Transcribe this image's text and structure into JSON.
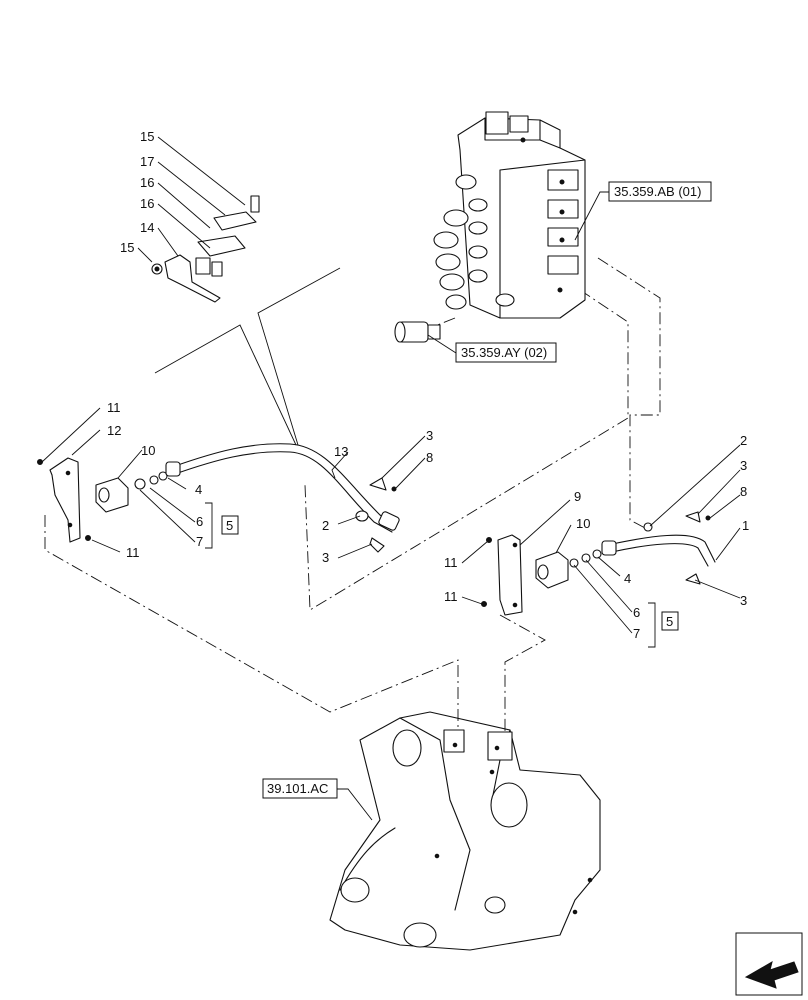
{
  "references": {
    "valve_block": "35.359.AB (01)",
    "valve_fitting": "35.359.AY (02)",
    "frame": "39.101.AC"
  },
  "callouts": {
    "c15_top": "15",
    "c17": "17",
    "c16_a": "16",
    "c16_b": "16",
    "c14": "14",
    "c15_left": "15",
    "c11_left_top": "11",
    "c12": "12",
    "c10_left": "10",
    "c4_left": "4",
    "c6_left": "6",
    "c7_left": "7",
    "c5_left": "5",
    "c11_left_bottom": "11",
    "c13": "13",
    "c3_mid_top": "3",
    "c8_mid": "8",
    "c2_mid": "2",
    "c3_mid_bottom": "3",
    "c9": "9",
    "c10_right": "10",
    "c11_right_top": "11",
    "c11_right_bottom": "11",
    "c4_right": "4",
    "c6_right": "6",
    "c7_right": "7",
    "c5_right": "5",
    "c2_right": "2",
    "c3_right_top": "3",
    "c8_right": "8",
    "c1": "1",
    "c3_right_bottom": "3"
  },
  "icons": {
    "nav": "next-page-arrow-icon"
  }
}
